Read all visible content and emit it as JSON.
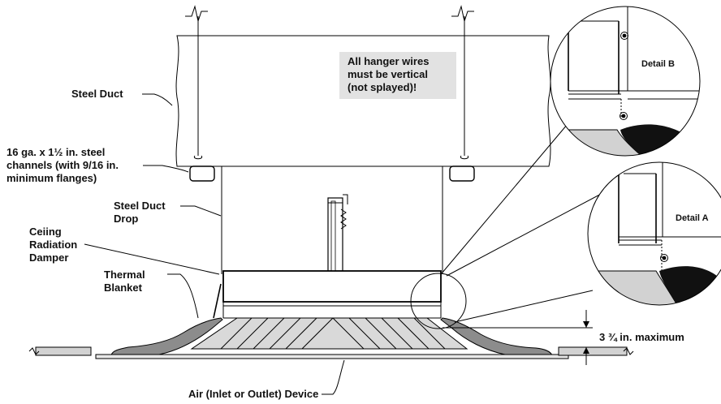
{
  "labels": {
    "steel_duct": "Steel Duct",
    "channels_1": "16 ga. x 1½ in. steel",
    "channels_2": "channels (with 9/16 in.",
    "channels_3": "minimum flanges)",
    "duct_drop_1": "Steel Duct",
    "duct_drop_2": "Drop",
    "damper_1": "Ceiing",
    "damper_2": "Radiation",
    "damper_3": "Damper",
    "blanket_1": "Thermal",
    "blanket_2": "Blanket",
    "air_device": "Air (Inlet or Outlet) Device",
    "max_dim": "3 ¾ in. maximum",
    "detail_b": "Detail B",
    "detail_a": "Detail A"
  },
  "note": {
    "line_1": "All hanger wires",
    "line_2": "must be vertical",
    "line_3": "(not splayed)!"
  },
  "colors": {
    "note_bg": "#e2e2e2",
    "blanket": "#8c8c8c",
    "ceiling": "#d2d2d2",
    "device": "#e9e9e9",
    "black_fill": "#111111"
  }
}
